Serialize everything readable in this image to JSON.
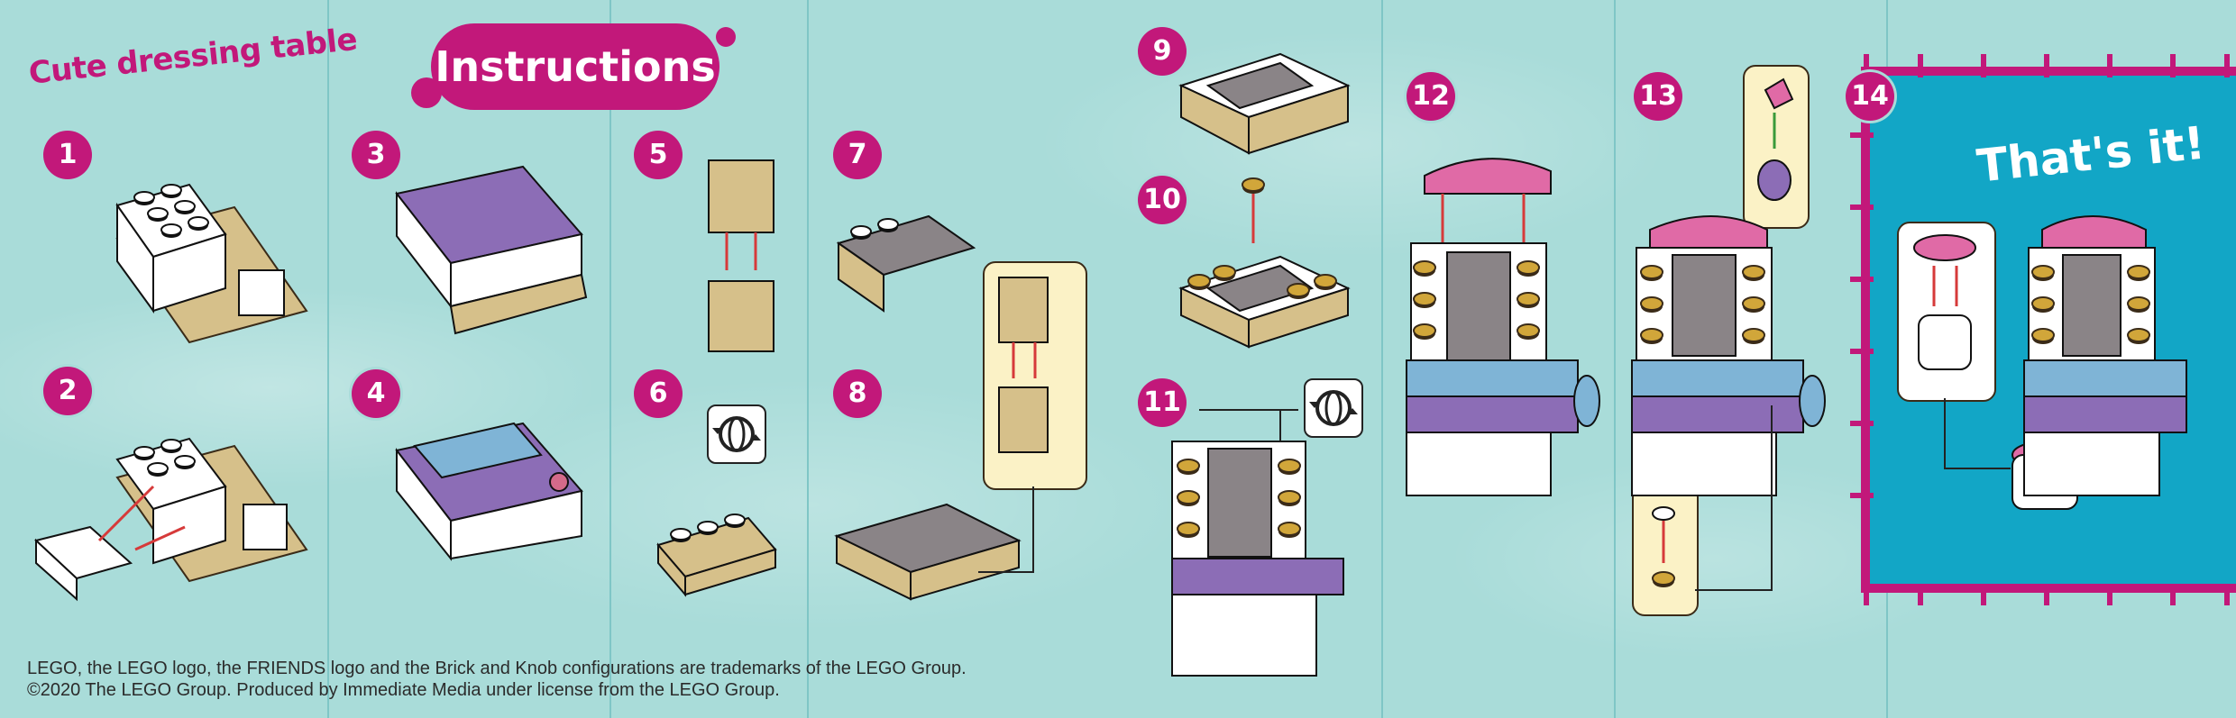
{
  "page": {
    "title": "Cute dressing table",
    "heading": "Instructions",
    "final_message": "That's it!"
  },
  "steps": [
    "1",
    "2",
    "3",
    "4",
    "5",
    "6",
    "7",
    "8",
    "9",
    "10",
    "11",
    "12",
    "13",
    "14"
  ],
  "legal": {
    "line1": "LEGO, the LEGO logo, the FRIENDS logo and the Brick and Knob configurations are trademarks of the LEGO Group.",
    "line2": "©2020 The LEGO Group. Produced by Immediate Media under license from the LEGO Group."
  },
  "icons": {
    "rotate": "rotate-model-icon",
    "arrow": "red-arrow-icon"
  },
  "colors": {
    "background": "#a9dcd9",
    "accent": "#c2187a",
    "panel": "#12a6c6",
    "callout": "#fbf2c6",
    "tan": "#d6c08a",
    "white": "#ffffff",
    "purple": "#8c6db6",
    "blue": "#7fb4d6",
    "pink": "#e06aa6",
    "gold": "#d1a63a",
    "grey": "#8a8487"
  }
}
